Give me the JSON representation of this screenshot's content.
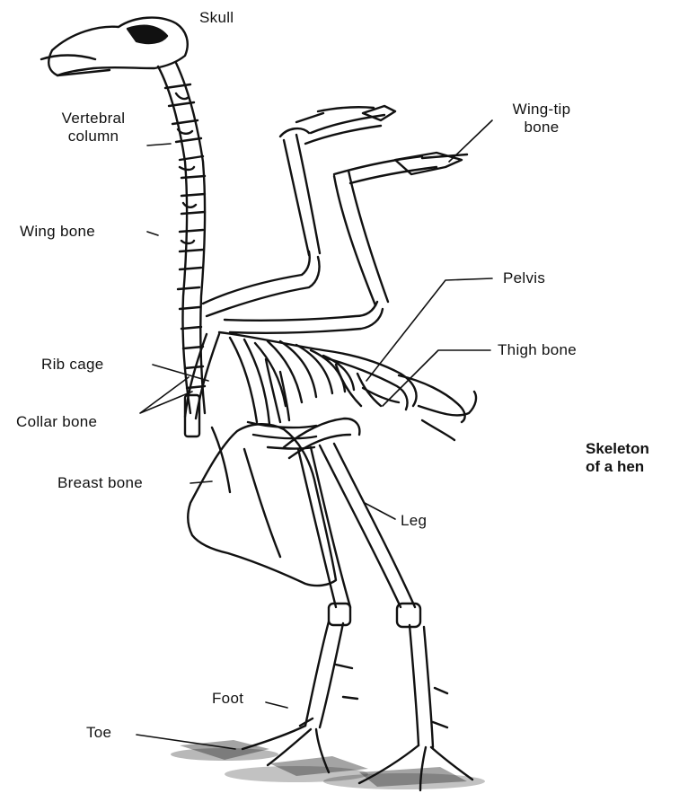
{
  "diagram": {
    "caption": {
      "line1": "Skeleton",
      "line2": "of a hen"
    },
    "labels": {
      "skull": "Skull",
      "vertebral_column": {
        "line1": "Vertebral",
        "line2": "column"
      },
      "wing_tip_bone": {
        "line1": "Wing-tip",
        "line2": "bone"
      },
      "wing_bone": "Wing bone",
      "pelvis": "Pelvis",
      "rib_cage": "Rib cage",
      "thigh_bone": "Thigh bone",
      "collar_bone": "Collar bone",
      "breast_bone": "Breast bone",
      "leg": "Leg",
      "foot": "Foot",
      "toe": "Toe"
    }
  }
}
